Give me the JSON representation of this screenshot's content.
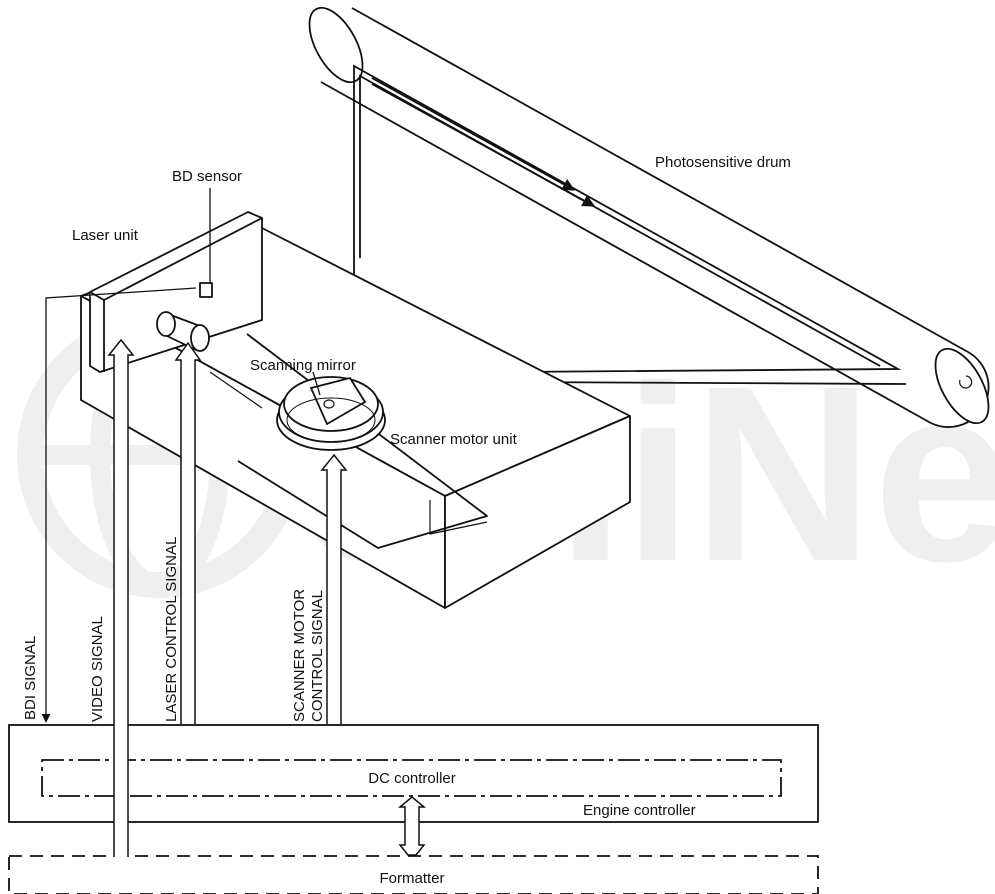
{
  "labels": {
    "bd_sensor": "BD sensor",
    "laser_unit": "Laser unit",
    "photosensitive_drum": "Photosensitive drum",
    "scanning_mirror": "Scanning mirror",
    "scanner_motor_unit": "Scanner motor unit",
    "dc_controller": "DC controller",
    "engine_controller": "Engine controller",
    "formatter": "Formatter"
  },
  "signals": {
    "bdi": "BDI SIGNAL",
    "video": "VIDEO SIGNAL",
    "laser_control": "LASER CONTROL SIGNAL",
    "scanner_motor_line1": "SCANNER MOTOR",
    "scanner_motor_line2": "CONTROL SIGNAL"
  },
  "watermark": "UniNet",
  "colors": {
    "line": "#111111",
    "watermark": "#efefef",
    "background": "#ffffff"
  }
}
